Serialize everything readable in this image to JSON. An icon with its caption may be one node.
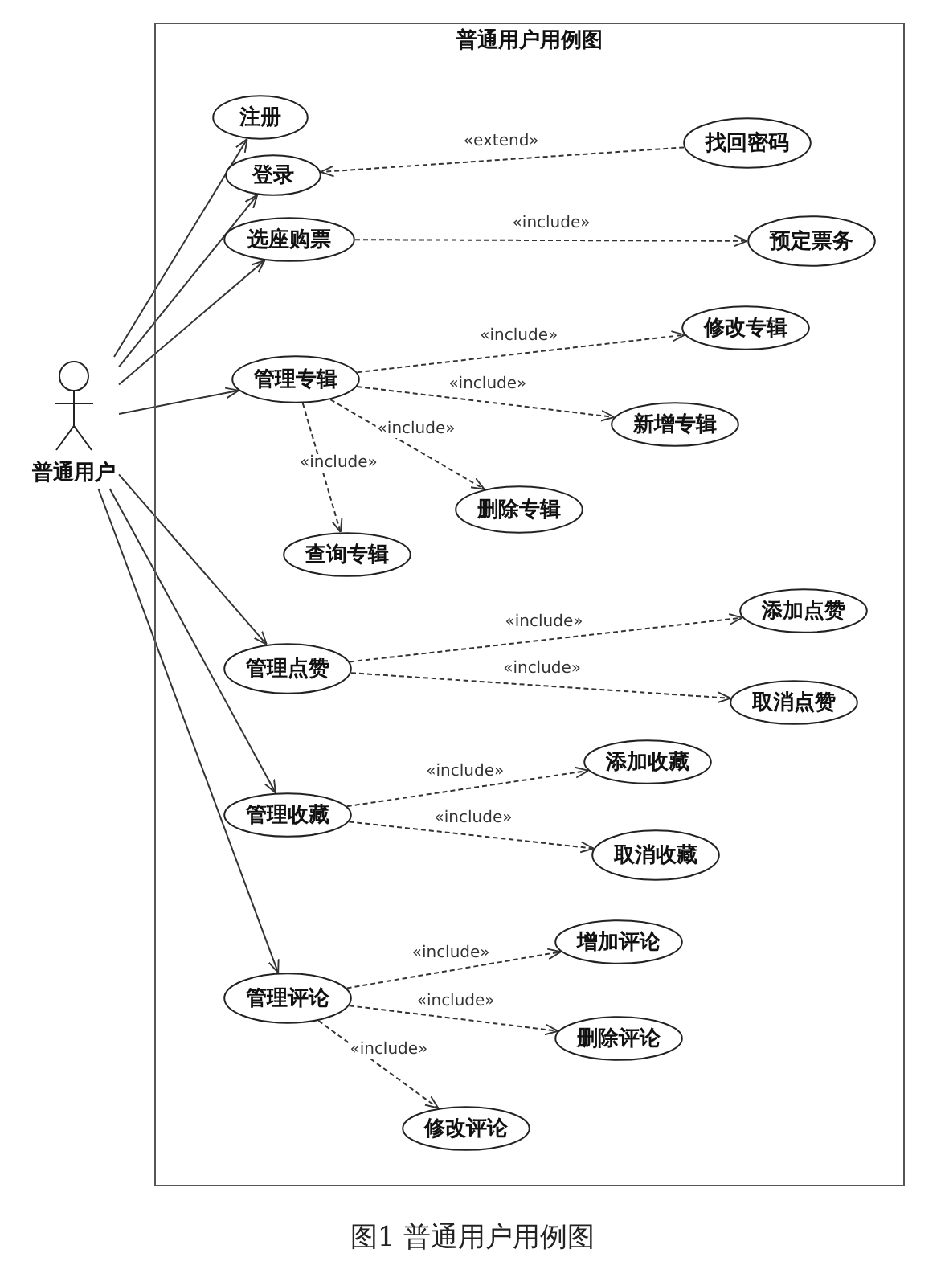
{
  "diagram": {
    "caption": "图1 普通用户用例图",
    "nodes": [
      {
        "text": [
          "普通用户用例图"
        ]
      },
      {
        "text": [
          "注册"
        ],
        "in": 0
      },
      {
        "text": [
          "登录"
        ],
        "in": 0
      },
      {
        "text": [
          "找回密码"
        ],
        "in": 0
      },
      {
        "text": [
          "选座购票"
        ],
        "in": 0
      },
      {
        "text": [
          "预定票务"
        ],
        "in": 0
      },
      {
        "text": [
          "修改专辑"
        ],
        "in": 0
      },
      {
        "text": [
          "管理专辑"
        ],
        "in": 0
      },
      {
        "text": [
          "新增专辑"
        ],
        "in": 0
      },
      {
        "text": [
          "删除专辑"
        ],
        "in": 0
      },
      {
        "text": [
          "查询专辑"
        ],
        "in": 0
      },
      {
        "text": [
          "添加点赞"
        ],
        "in": 0
      },
      {
        "text": [
          "管理点赞"
        ],
        "in": 0
      },
      {
        "text": [
          "取消点赞"
        ],
        "in": 0
      },
      {
        "text": [
          "添加收藏"
        ],
        "in": 0
      },
      {
        "text": [
          "管理收藏"
        ],
        "in": 0
      },
      {
        "text": [
          "取消收藏"
        ],
        "in": 0
      },
      {
        "text": [
          "增加评论"
        ],
        "in": 0
      },
      {
        "text": [
          "管理评论"
        ],
        "in": 0
      },
      {
        "text": [
          "删除评论"
        ],
        "in": 0
      },
      {
        "text": [
          "修改评论"
        ],
        "in": 0
      },
      {
        "text": [
          "普通用户"
        ]
      }
    ],
    "edges": [
      {
        "from": 21,
        "to": 1,
        "arrow": "to"
      },
      {
        "from": 21,
        "to": 2,
        "arrow": "to"
      },
      {
        "from": 21,
        "to": 4,
        "arrow": "to"
      },
      {
        "from": 21,
        "to": 7,
        "arrow": "to"
      },
      {
        "from": 21,
        "to": 12,
        "arrow": "to"
      },
      {
        "from": 21,
        "to": 15,
        "arrow": "to"
      },
      {
        "from": 21,
        "to": 18,
        "arrow": "to"
      },
      {
        "from": 3,
        "to": 2,
        "arrow": "to",
        "style": "dashed",
        "label": "«extend»"
      },
      {
        "from": 4,
        "to": 5,
        "arrow": "to",
        "style": "dashed",
        "label": "«include»"
      },
      {
        "from": 7,
        "to": 6,
        "arrow": "to",
        "style": "dashed",
        "label": "«include»"
      },
      {
        "from": 7,
        "to": 8,
        "arrow": "to",
        "style": "dashed",
        "label": "«include»"
      },
      {
        "from": 7,
        "to": 9,
        "arrow": "to",
        "style": "dashed",
        "label": "«include»"
      },
      {
        "from": 7,
        "to": 10,
        "arrow": "to",
        "style": "dashed",
        "label": "«include»"
      },
      {
        "from": 12,
        "to": 11,
        "arrow": "to",
        "style": "dashed",
        "label": "«include»"
      },
      {
        "from": 12,
        "to": 13,
        "arrow": "to",
        "style": "dashed",
        "label": "«include»"
      },
      {
        "from": 15,
        "to": 14,
        "arrow": "to",
        "style": "dashed",
        "label": "«include»"
      },
      {
        "from": 15,
        "to": 16,
        "arrow": "to",
        "style": "dashed",
        "label": "«include»"
      },
      {
        "from": 18,
        "to": 17,
        "arrow": "to",
        "style": "dashed",
        "label": "«include»"
      },
      {
        "from": 18,
        "to": 19,
        "arrow": "to",
        "style": "dashed",
        "label": "«include»"
      },
      {
        "from": 18,
        "to": 20,
        "arrow": "to",
        "style": "dashed",
        "label": "«include»"
      }
    ]
  }
}
